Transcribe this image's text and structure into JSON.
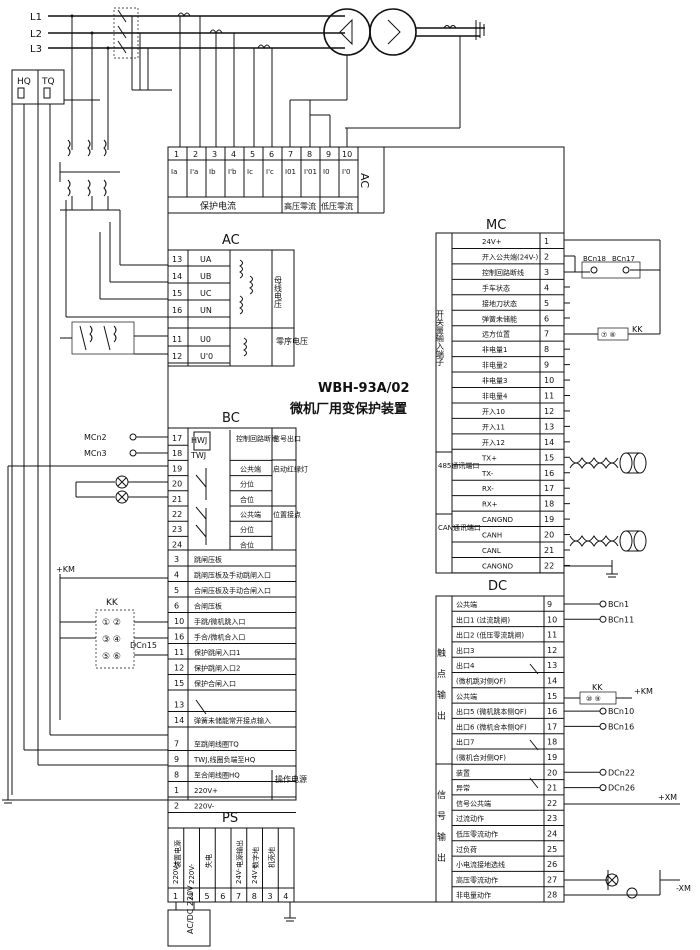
{
  "device": {
    "model": "WBH-93A/02",
    "name": "微机厂用变保护装置"
  },
  "lines": [
    "L1",
    "L2",
    "L3"
  ],
  "breaker_labels": [
    "HQ",
    "TQ"
  ],
  "ac_top": {
    "label": "AC",
    "numbers": [
      "1",
      "2",
      "3",
      "4",
      "5",
      "6",
      "7",
      "8",
      "9",
      "10"
    ],
    "signals": [
      "Ia",
      "I'a",
      "Ib",
      "I'b",
      "Ic",
      "I'c",
      "I01",
      "I'01",
      "I0",
      "I'0"
    ],
    "groups": [
      "保护电流",
      "高压零流",
      "低压零流"
    ]
  },
  "ac_left": {
    "label": "AC",
    "rows": [
      {
        "num": "13",
        "sig": "UA"
      },
      {
        "num": "14",
        "sig": "UB"
      },
      {
        "num": "15",
        "sig": "UC"
      },
      {
        "num": "16",
        "sig": "UN"
      },
      {
        "num": "11",
        "sig": "U0"
      },
      {
        "num": "12",
        "sig": "U'0"
      }
    ],
    "group1": "母线电压",
    "group2": "零序电压"
  },
  "bc": {
    "label": "BC",
    "mcn2": "MCn2",
    "mcn3": "MCn3",
    "hwj": "HWJ",
    "twj": "TWJ",
    "rows": [
      {
        "num": "17",
        "desc": "控制回路断线",
        "group": "信号出口"
      },
      {
        "num": "18",
        "desc": "",
        "group": ""
      },
      {
        "num": "19",
        "desc": "公共端",
        "group": "启动红绿灯"
      },
      {
        "num": "20",
        "desc": "分位",
        "group": ""
      },
      {
        "num": "21",
        "desc": "合位",
        "group": ""
      },
      {
        "num": "22",
        "desc": "公共端",
        "group": "位置接点"
      },
      {
        "num": "23",
        "desc": "分位",
        "group": ""
      },
      {
        "num": "24",
        "desc": "合位",
        "group": ""
      }
    ],
    "inputs": [
      {
        "num": "3",
        "desc": "跳闸压板"
      },
      {
        "num": "4",
        "desc": "跳闸压板及手动跳闸入口"
      },
      {
        "num": "5",
        "desc": "合闸压板及手动合闸入口"
      },
      {
        "num": "6",
        "desc": "合闸压板"
      },
      {
        "num": "10",
        "desc": "手跳/微机跳入口"
      },
      {
        "num": "16",
        "desc": "手合/微机合入口"
      },
      {
        "num": "11",
        "desc": "保护跳闸入口1"
      },
      {
        "num": "12",
        "desc": "保护跳闸入口2"
      },
      {
        "num": "15",
        "desc": "保护合闸入口"
      },
      {
        "num": "13",
        "desc": ""
      },
      {
        "num": "14",
        "desc": "弹簧未储能常开接点输入"
      },
      {
        "num": "7",
        "desc": "至跳闸线圈TQ"
      },
      {
        "num": "9",
        "desc": "TWJ,线圈负端至HQ"
      },
      {
        "num": "8",
        "desc": "至合闸线圈HQ"
      },
      {
        "num": "1",
        "desc": "220V+"
      },
      {
        "num": "2",
        "desc": "220V-"
      }
    ],
    "power_group": "操作电源"
  },
  "kk_left": {
    "label": "KK",
    "pairs": [
      "① ②",
      "③ ④",
      "⑤ ⑥"
    ],
    "dcn": "DCn15",
    "km": "+KM"
  },
  "mc": {
    "label": "MC",
    "rows": [
      {
        "num": "1",
        "desc": "24V+"
      },
      {
        "num": "2",
        "desc": "开入公共端(24V-)"
      },
      {
        "num": "3",
        "desc": "控制回路断线"
      },
      {
        "num": "4",
        "desc": "手车状态"
      },
      {
        "num": "5",
        "desc": "接地刀状态"
      },
      {
        "num": "6",
        "desc": "弹簧未储能"
      },
      {
        "num": "7",
        "desc": "远方位置"
      },
      {
        "num": "8",
        "desc": "非电量1"
      },
      {
        "num": "9",
        "desc": "非电量2"
      },
      {
        "num": "10",
        "desc": "非电量3"
      },
      {
        "num": "11",
        "desc": "非电量4"
      },
      {
        "num": "12",
        "desc": "开入10"
      },
      {
        "num": "13",
        "desc": "开入11"
      },
      {
        "num": "14",
        "desc": "开入12"
      },
      {
        "num": "15",
        "desc": "TX+"
      },
      {
        "num": "16",
        "desc": "TX-"
      },
      {
        "num": "17",
        "desc": "RX-"
      },
      {
        "num": "18",
        "desc": "RX+"
      },
      {
        "num": "19",
        "desc": "CANGND"
      },
      {
        "num": "20",
        "desc": "CANH"
      },
      {
        "num": "21",
        "desc": "CANL"
      },
      {
        "num": "22",
        "desc": "CANGND"
      }
    ],
    "side1": "开关量输入端子",
    "side2": "485通讯端口",
    "side3": "CAN通讯端口",
    "bcn18": "BCn18",
    "bcn17": "BCn17",
    "kk": "KK",
    "kk_contacts": "⑦ ⑧"
  },
  "dc": {
    "label": "DC",
    "rows": [
      {
        "num": "9",
        "desc": "公共端",
        "ext": "BCn1"
      },
      {
        "num": "10",
        "desc": "出口1 (过流跳闸)",
        "ext": "BCn11"
      },
      {
        "num": "11",
        "desc": "出口2 (低压零流跳闸)",
        "ext": ""
      },
      {
        "num": "12",
        "desc": "出口3",
        "ext": ""
      },
      {
        "num": "13",
        "desc": "出口4",
        "ext": ""
      },
      {
        "num": "14",
        "desc": "(微机跳对侧QF)",
        "ext": ""
      },
      {
        "num": "15",
        "desc": "公共端",
        "ext": ""
      },
      {
        "num": "16",
        "desc": "出口5 (微机跳本侧QF)",
        "ext": "BCn10"
      },
      {
        "num": "17",
        "desc": "出口6 (微机合本侧QF)",
        "ext": "BCn16"
      },
      {
        "num": "18",
        "desc": "出口7",
        "ext": ""
      },
      {
        "num": "19",
        "desc": "(微机合对侧QF)",
        "ext": ""
      },
      {
        "num": "20",
        "desc": "装置",
        "ext": "DCn22"
      },
      {
        "num": "21",
        "desc": "异常",
        "ext": "DCn26"
      },
      {
        "num": "22",
        "desc": "信号公共端",
        "ext": ""
      },
      {
        "num": "23",
        "desc": "过流动作",
        "ext": ""
      },
      {
        "num": "24",
        "desc": "低压零流动作",
        "ext": ""
      },
      {
        "num": "25",
        "desc": "过负荷",
        "ext": ""
      },
      {
        "num": "26",
        "desc": "小电流接地选线",
        "ext": ""
      },
      {
        "num": "27",
        "desc": "高压零流动作",
        "ext": ""
      },
      {
        "num": "28",
        "desc": "非电量动作",
        "ext": ""
      }
    ],
    "side1": "触点输出",
    "side2": "信号输出",
    "kk": "KK",
    "kk_contacts": "⑩ ⑨",
    "km": "+KM",
    "xm_plus": "+XM",
    "xm_minus": "-XM"
  },
  "ps": {
    "label": "PS",
    "cols": [
      {
        "num": "1",
        "desc": "220V+"
      },
      {
        "num": "2",
        "desc": "220V-"
      },
      {
        "num": "5",
        "desc": ""
      },
      {
        "num": "6",
        "desc": ""
      },
      {
        "num": "7",
        "desc": "24V-"
      },
      {
        "num": "8",
        "desc": "24V+"
      },
      {
        "num": "3",
        "desc": ""
      },
      {
        "num": "4",
        "desc": ""
      }
    ],
    "groups": [
      "装置电源",
      "失电",
      "电源输出",
      "数字地",
      "机壳地"
    ],
    "supply": "AC/DC 220V"
  }
}
